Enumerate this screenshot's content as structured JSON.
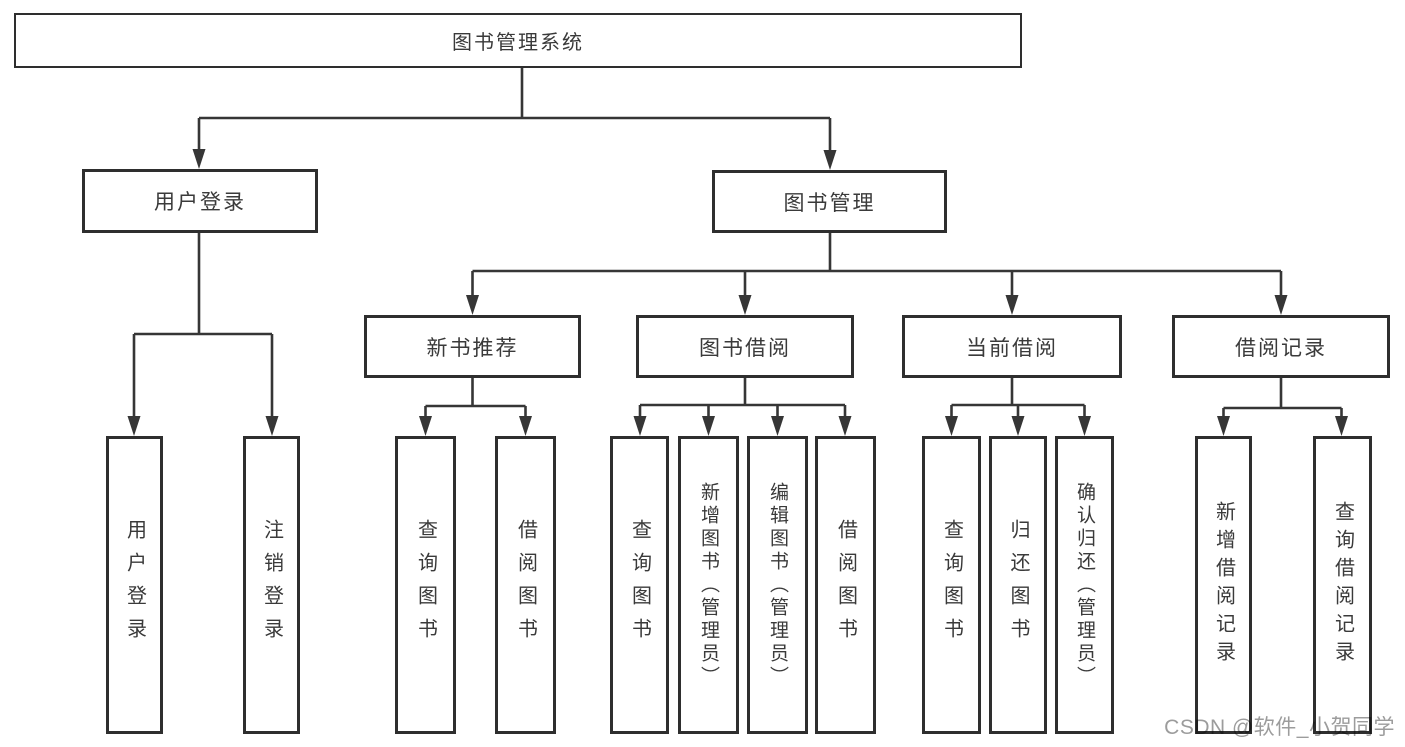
{
  "watermark": "CSDN @软件_小贺同学",
  "colors": {
    "background": "#ffffff",
    "box_border": "#2e2e2e",
    "box_fill": "#ffffff",
    "connector_line": "#363636",
    "text": "#3a3a3a",
    "watermark_text": "#9c9c9c"
  },
  "nodes": {
    "root": "图书管理系统",
    "user_login": "用户登录",
    "book_mgmt": "图书管理",
    "new_book_rec": "新书推荐",
    "book_borrow": "图书借阅",
    "current_borrow": "当前借阅",
    "borrow_record": "借阅记录",
    "leaf_user_login": "用户登录",
    "leaf_logout": "注销登录",
    "leaf_rec_query_book": "查询图书",
    "leaf_rec_borrow_book": "借阅图书",
    "leaf_bb_query_book": "查询图书",
    "leaf_bb_add_book": "新增图书（管理员）",
    "leaf_bb_edit_book": "编辑图书（管理员）",
    "leaf_bb_borrow_book": "借阅图书",
    "leaf_cb_query_book": "查询图书",
    "leaf_cb_return_book": "归还图书",
    "leaf_cb_confirm_return": "确认归还（管理员）",
    "leaf_br_add_record": "新增借阅记录",
    "leaf_br_query_record": "查询借阅记录"
  },
  "hierarchy": {
    "label": "图书管理系统",
    "children": [
      {
        "label": "用户登录",
        "children": [
          {
            "label": "用户登录"
          },
          {
            "label": "注销登录"
          }
        ]
      },
      {
        "label": "图书管理",
        "children": [
          {
            "label": "新书推荐",
            "children": [
              {
                "label": "查询图书"
              },
              {
                "label": "借阅图书"
              }
            ]
          },
          {
            "label": "图书借阅",
            "children": [
              {
                "label": "查询图书"
              },
              {
                "label": "新增图书（管理员）"
              },
              {
                "label": "编辑图书（管理员）"
              },
              {
                "label": "借阅图书"
              }
            ]
          },
          {
            "label": "当前借阅",
            "children": [
              {
                "label": "查询图书"
              },
              {
                "label": "归还图书"
              },
              {
                "label": "确认归还（管理员）"
              }
            ]
          },
          {
            "label": "借阅记录",
            "children": [
              {
                "label": "新增借阅记录"
              },
              {
                "label": "查询借阅记录"
              }
            ]
          }
        ]
      }
    ]
  }
}
